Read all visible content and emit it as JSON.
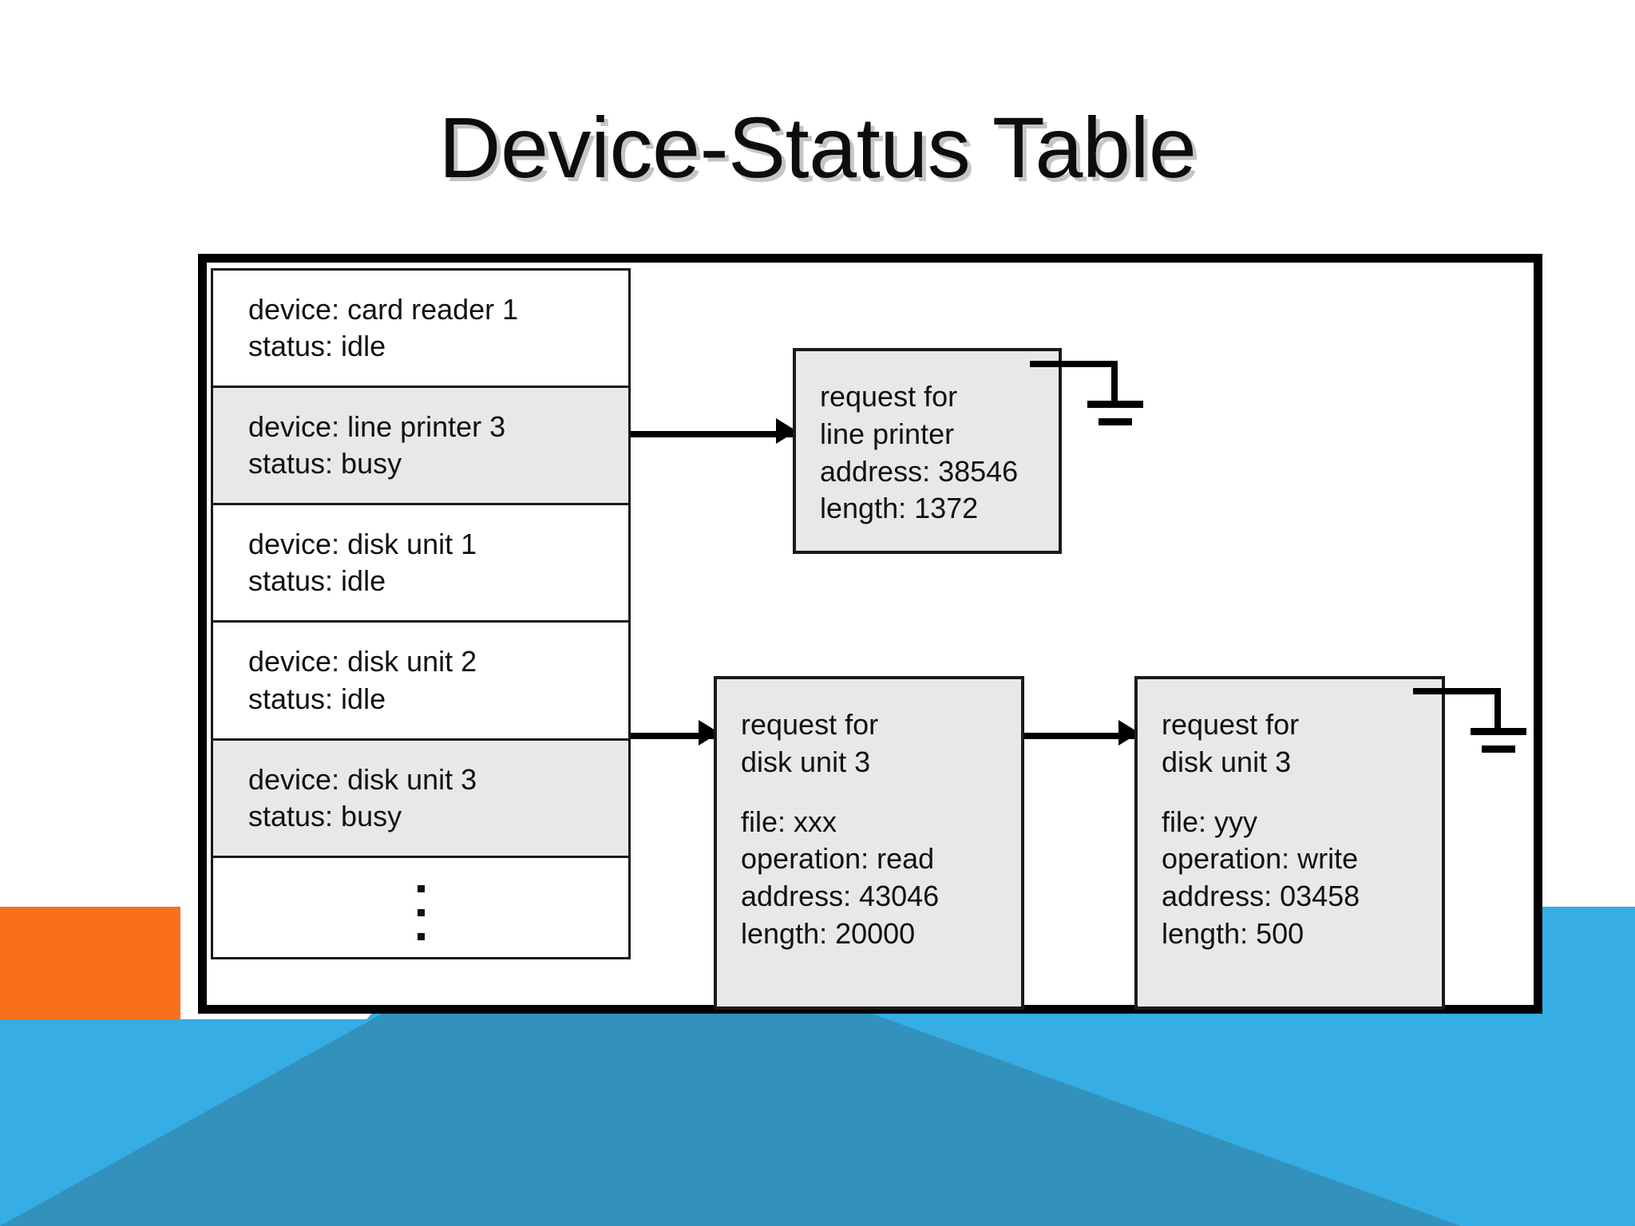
{
  "slide": {
    "title": "Device-Status Table",
    "background": {
      "orange": "#F8701C",
      "blue_light": "#36ADE4",
      "blue_dark": "#3392BC",
      "page": "#FFFFFF"
    }
  },
  "diagram": {
    "frame_color": "#000000",
    "row_busy_fill": "#E8E8E8",
    "row_idle_fill": "#FFFFFF",
    "box_fill": "#E8E8E8",
    "device_table": {
      "name": "device-status-table",
      "rows": [
        {
          "device": "device: card reader 1",
          "status": "status: idle",
          "busy": false
        },
        {
          "device": "device: line printer 3",
          "status": "status: busy",
          "busy": true
        },
        {
          "device": "device: disk unit 1",
          "status": "status: idle",
          "busy": false
        },
        {
          "device": "device: disk unit 2",
          "status": "status: idle",
          "busy": false
        },
        {
          "device": "device: disk unit 3",
          "status": "status: busy",
          "busy": true
        }
      ],
      "ellipsis": "vertical-ellipsis"
    },
    "requests": [
      {
        "id": "request-line-printer",
        "title_1": "request for",
        "title_2": "line printer",
        "address": "address: 38546",
        "length": "length: 1372",
        "file": null,
        "operation": null,
        "next": "null"
      },
      {
        "id": "request-disk-unit-3-read",
        "title_1": "request for",
        "title_2": "disk unit 3",
        "file": "file: xxx",
        "operation": "operation: read",
        "address": "address: 43046",
        "length": "length: 20000",
        "next": "request-disk-unit-3-write"
      },
      {
        "id": "request-disk-unit-3-write",
        "title_1": "request for",
        "title_2": "disk unit 3",
        "file": "file: yyy",
        "operation": "operation: write",
        "address": "address: 03458",
        "length": "length: 500",
        "next": "null"
      }
    ]
  }
}
